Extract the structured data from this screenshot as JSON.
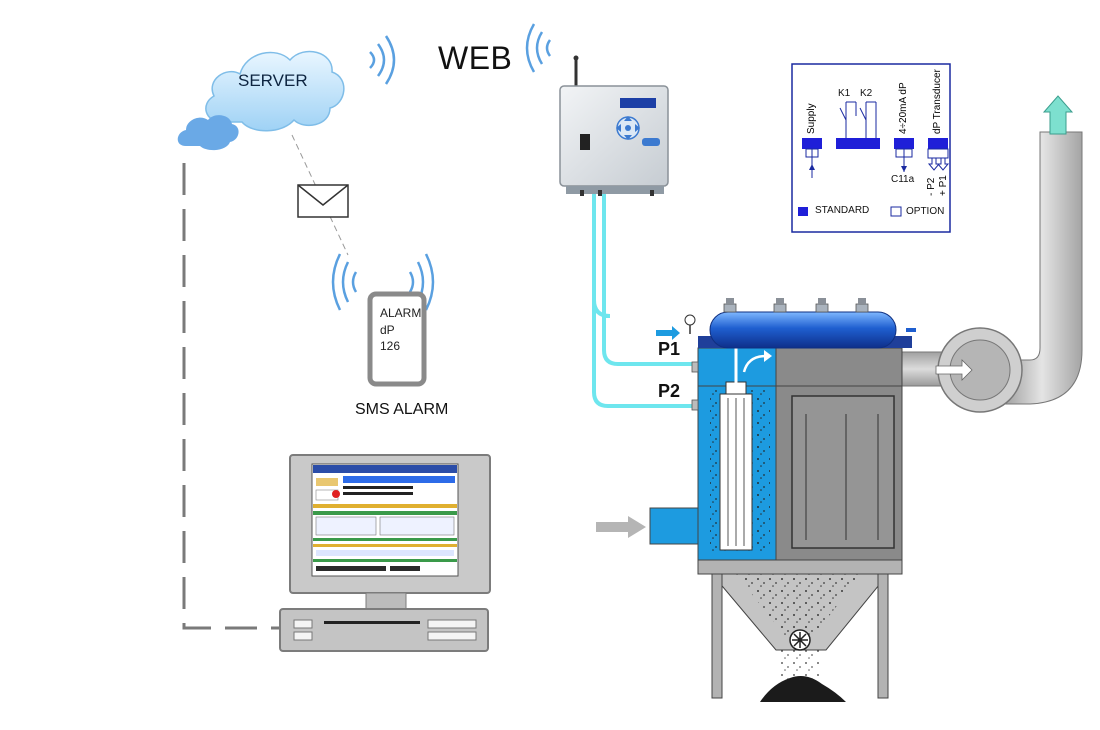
{
  "labels": {
    "web": "WEB",
    "server": "SERVER",
    "sms_alarm": "SMS ALARM",
    "p1": "P1",
    "p2": "P2"
  },
  "phone": {
    "line1": "ALARM",
    "line2": "dP",
    "line3": "126"
  },
  "wiring": {
    "terminals": [
      "Supply",
      "K1",
      "K2",
      "4÷20mA dP",
      "dP Transducer"
    ],
    "c11a": "C11a",
    "p2_port": "- P2",
    "p1_port": "+ P1",
    "legend_standard": "STANDARD",
    "legend_option": "OPTION"
  },
  "colors": {
    "cyan_tube": "#6ee6ee",
    "filter_blue": "#1d9be0",
    "header_blue": "#1a63d6",
    "standard_blue": "#1f1fd8",
    "grey_body": "#8a8a8a",
    "duct_grey": "#bdbdbd"
  }
}
